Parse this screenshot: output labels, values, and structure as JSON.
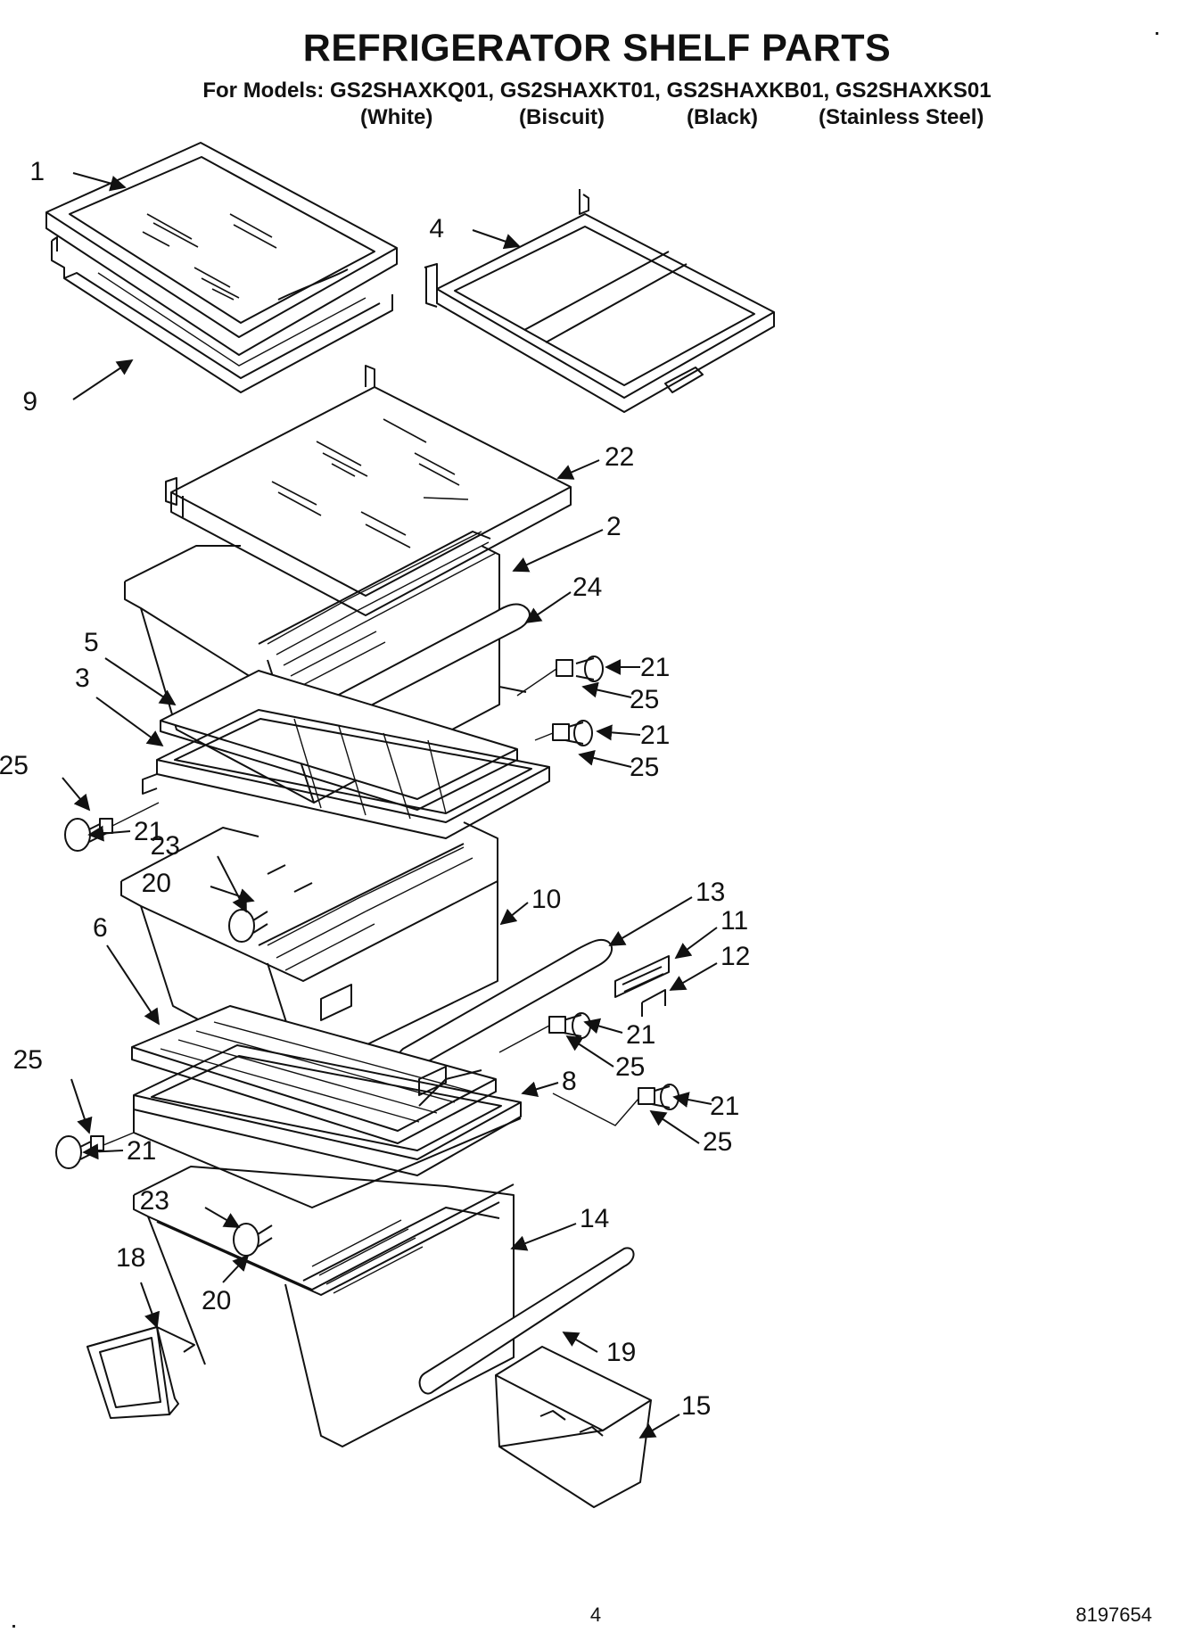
{
  "header": {
    "title": "REFRIGERATOR SHELF PARTS",
    "models_line": "For Models: GS2SHAXKQ01, GS2SHAXKT01, GS2SHAXKB01, GS2SHAXKS01",
    "colors": [
      "(White)",
      "(Biscuit)",
      "(Black)",
      "(Stainless Steel)"
    ]
  },
  "callouts": [
    {
      "label": "1"
    },
    {
      "label": "9"
    },
    {
      "label": "4"
    },
    {
      "label": "22"
    },
    {
      "label": "2"
    },
    {
      "label": "24"
    },
    {
      "label": "5"
    },
    {
      "label": "3"
    },
    {
      "label": "21"
    },
    {
      "label": "25"
    },
    {
      "label": "21"
    },
    {
      "label": "25"
    },
    {
      "label": "25"
    },
    {
      "label": "21"
    },
    {
      "label": "23"
    },
    {
      "label": "20"
    },
    {
      "label": "10"
    },
    {
      "label": "13"
    },
    {
      "label": "11"
    },
    {
      "label": "12"
    },
    {
      "label": "6"
    },
    {
      "label": "21"
    },
    {
      "label": "25"
    },
    {
      "label": "8"
    },
    {
      "label": "21"
    },
    {
      "label": "25"
    },
    {
      "label": "25"
    },
    {
      "label": "21"
    },
    {
      "label": "23"
    },
    {
      "label": "14"
    },
    {
      "label": "18"
    },
    {
      "label": "20"
    },
    {
      "label": "19"
    },
    {
      "label": "15"
    }
  ],
  "footer": {
    "page_number": "4",
    "document_number": "8197654"
  }
}
